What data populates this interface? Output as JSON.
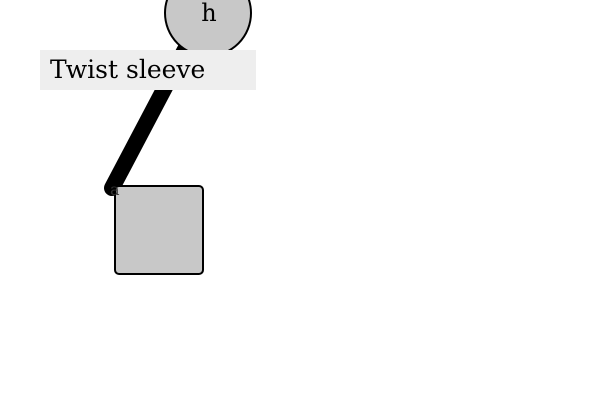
{
  "scene": {
    "top_node_label": "h",
    "bottom_node_label": "a",
    "instruction_text": "Twist sleeve"
  },
  "colors": {
    "node_fill": "#c8c8c8",
    "node_stroke": "#000000",
    "connector": "#000000",
    "label_background": "#eeeeee"
  }
}
